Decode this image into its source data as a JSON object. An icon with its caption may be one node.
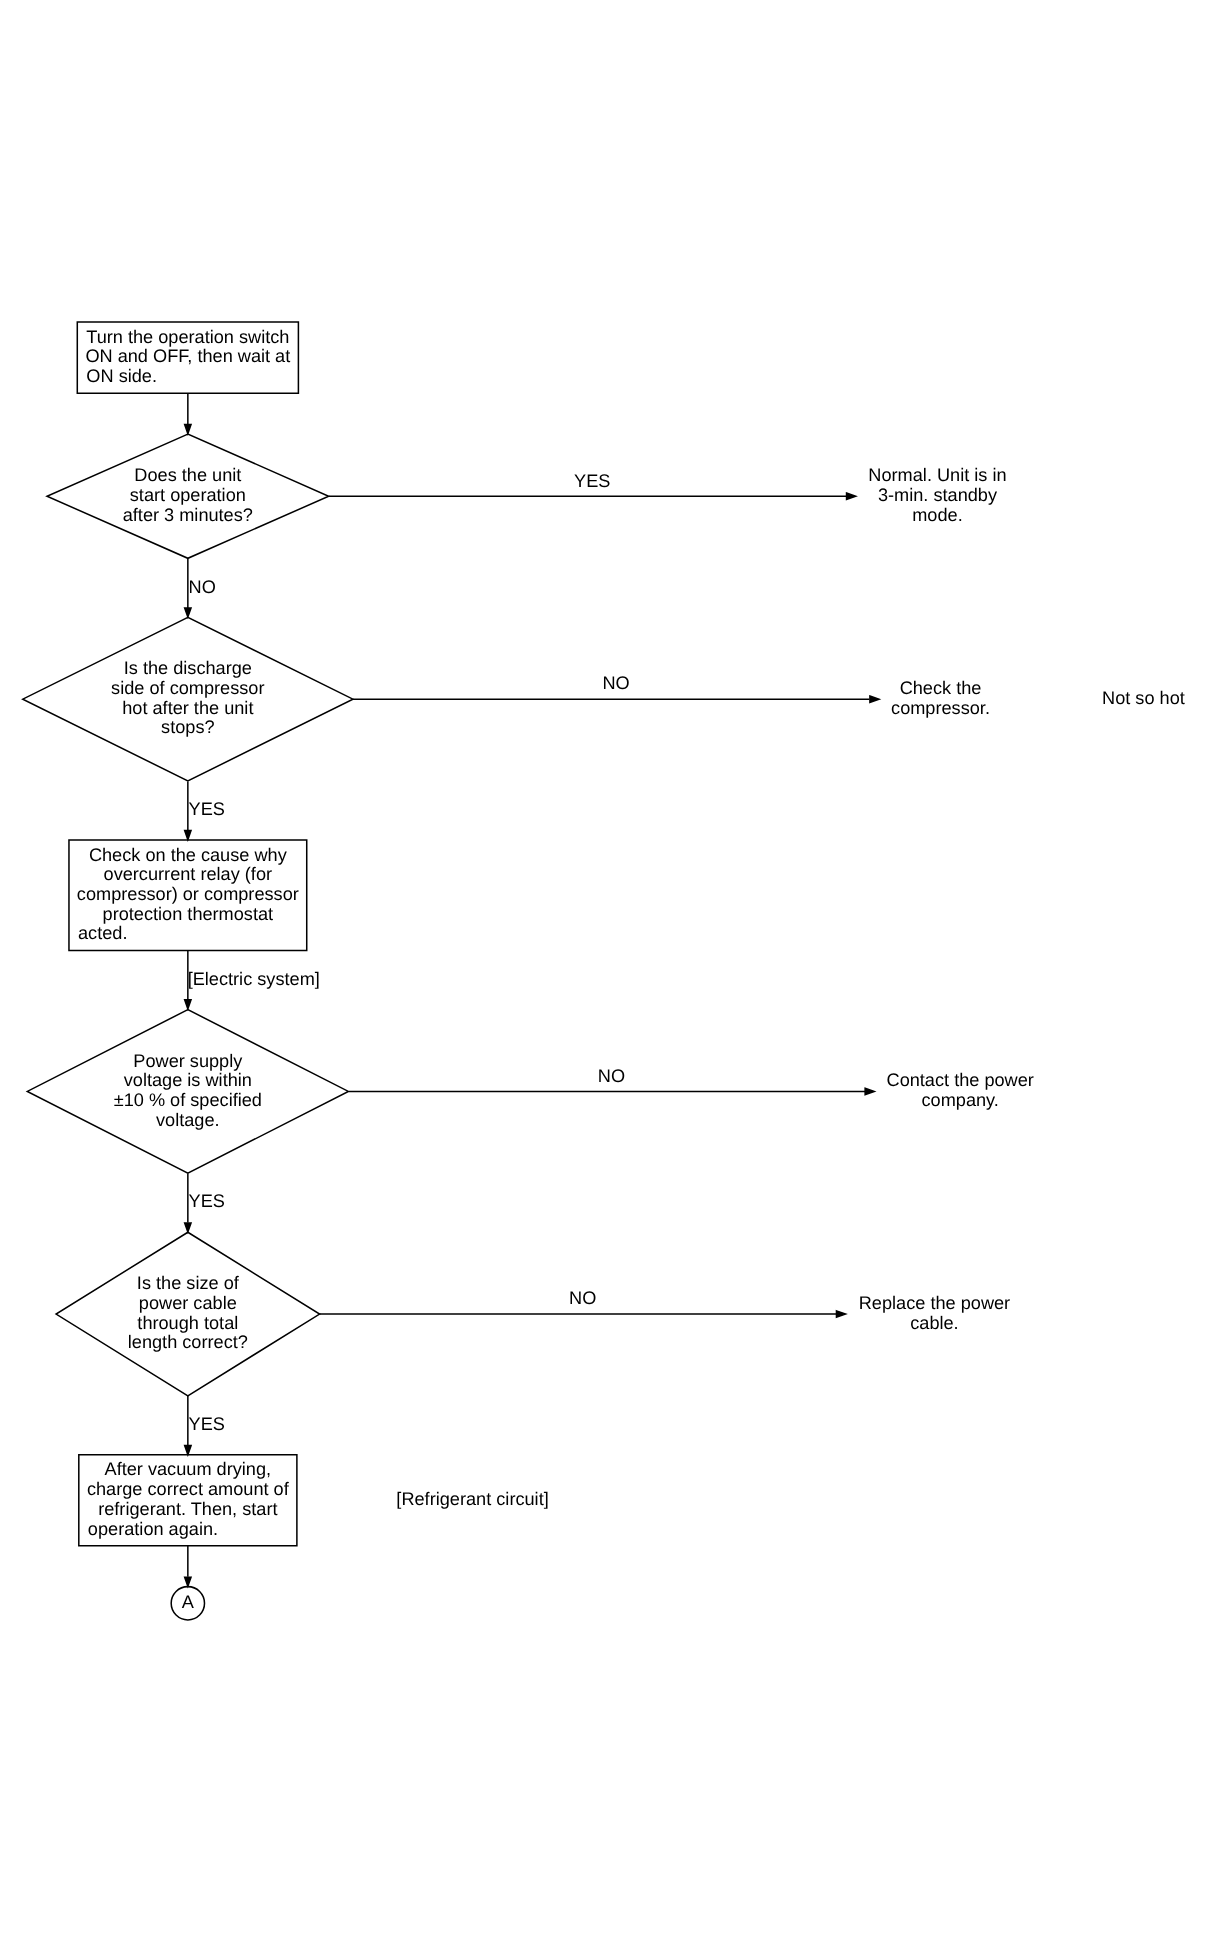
{
  "diagram": {
    "nodes": [
      {
        "text": [
          "Turn the operation switch ON and OFF, then wait at ON side."
        ]
      },
      {
        "text": [
          "Does the unit start operation after 3 minutes?"
        ]
      },
      {
        "text": [
          "Normal. Unit is in 3-min. standby mode."
        ]
      },
      {
        "text": [
          "Is the discharge side of compressor hot after the unit stops?"
        ]
      },
      {
        "text": [
          "Check the compressor."
        ]
      },
      {
        "text": [
          "Check on the cause why overcurrent relay (for compressor) or compressor protection thermostat acted."
        ]
      },
      {
        "text": [
          "Power supply voltage is within ±10 % of specified voltage."
        ]
      },
      {
        "text": [
          "Contact the power company."
        ]
      },
      {
        "text": [
          "Is the size of power cable through total length correct?"
        ]
      },
      {
        "text": [
          "Replace the power cable."
        ]
      },
      {
        "text": [
          "After vacuum drying, charge correct amount of refrigerant. Then, start operation again."
        ]
      },
      {
        "text": [
          "A"
        ]
      }
    ],
    "edges": [
      {
        "from": 0,
        "to": 1,
        "arrow": "to"
      },
      {
        "from": 1,
        "to": 2,
        "arrow": "to",
        "label": "YES"
      },
      {
        "from": 1,
        "to": 3,
        "arrow": "to",
        "label": "NO"
      },
      {
        "from": 3,
        "to": 4,
        "arrow": "to",
        "label": "NO"
      },
      {
        "from": 3,
        "to": 5,
        "arrow": "to",
        "label": "YES"
      },
      {
        "from": 5,
        "to": 6,
        "arrow": "to",
        "label": "[Electric system]"
      },
      {
        "from": 6,
        "to": 7,
        "arrow": "to",
        "label": "NO"
      },
      {
        "from": 6,
        "to": 8,
        "arrow": "to",
        "label": "YES"
      },
      {
        "from": 8,
        "to": 9,
        "arrow": "to",
        "label": "NO"
      },
      {
        "from": 8,
        "to": 10,
        "arrow": "to",
        "label": "YES"
      },
      {
        "from": 10,
        "to": 11,
        "arrow": "to"
      }
    ],
    "labels": [
      "Not so hot",
      "[Refrigerant circuit]"
    ]
  }
}
